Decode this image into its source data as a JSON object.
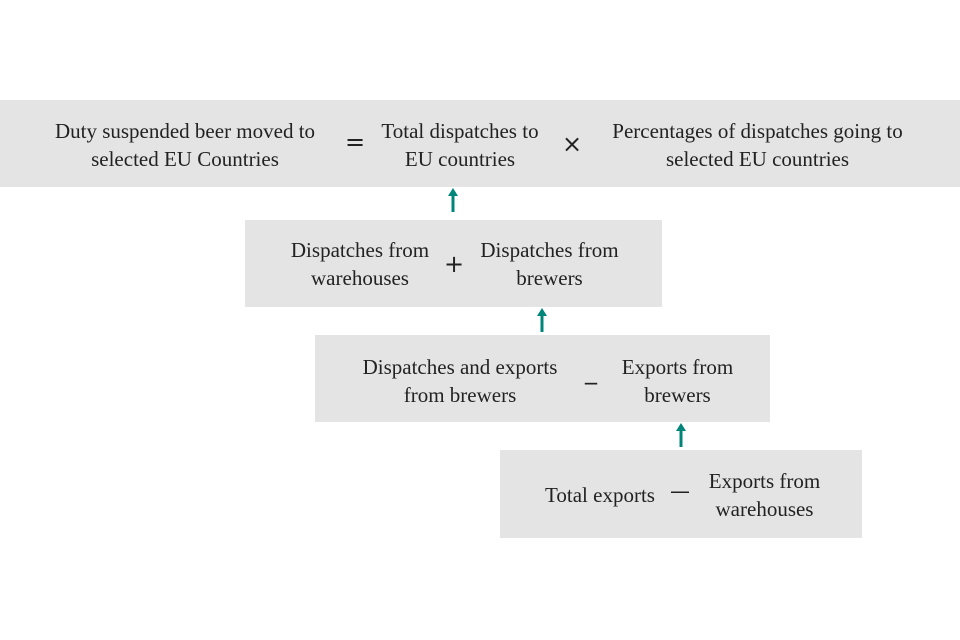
{
  "row1": {
    "left": "Duty suspended beer moved to\nselected EU Countries",
    "op1": "=",
    "middle": "Total dispatches to\nEU countries",
    "op2": "×",
    "right": "Percentages of dispatches going to\nselected EU countries"
  },
  "row2": {
    "left": "Dispatches from\nwarehouses",
    "op": "+",
    "right": "Dispatches from\nbrewers"
  },
  "row3": {
    "left": "Dispatches and exports\nfrom brewers",
    "op": "_",
    "right": "Exports from\nbrewers"
  },
  "row4": {
    "left": "Total exports",
    "op": "—",
    "right": "Exports from\nwarehouses"
  },
  "colors": {
    "box": "#e4e4e4",
    "arrow": "#00857a"
  }
}
